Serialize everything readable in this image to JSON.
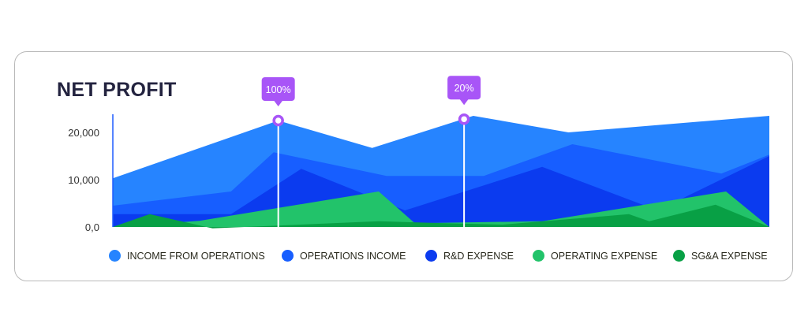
{
  "chart_data": {
    "type": "area",
    "title": "NET PROFIT",
    "xlabel": "",
    "ylabel": "",
    "xlim": [
      0,
      100
    ],
    "ylim": [
      0,
      24000
    ],
    "yticks": [
      {
        "value": 0,
        "label": "0,0"
      },
      {
        "value": 10000,
        "label": "10,000"
      },
      {
        "value": 20000,
        "label": "20,000"
      }
    ],
    "grid": false,
    "legend_position": "bottom",
    "series": [
      {
        "name": "INCOME FROM OPERATIONS",
        "color": "#2684FF",
        "points": [
          [
            0,
            10300
          ],
          [
            25.2,
            22500
          ],
          [
            39.5,
            16700
          ],
          [
            54.9,
            23500
          ],
          [
            69.4,
            20000
          ],
          [
            100,
            23500
          ]
        ]
      },
      {
        "name": "OPERATIONS INCOME",
        "color": "#175EFF",
        "points": [
          [
            0,
            4500
          ],
          [
            18,
            7500
          ],
          [
            24.5,
            15800
          ],
          [
            41.7,
            10800
          ],
          [
            56.5,
            10800
          ],
          [
            70,
            17500
          ],
          [
            92.7,
            11300
          ],
          [
            100,
            15300
          ]
        ]
      },
      {
        "name": "R&D EXPENSE",
        "color": "#0B3BEF",
        "points": [
          [
            0,
            2700
          ],
          [
            18,
            2700
          ],
          [
            28.7,
            12300
          ],
          [
            44.5,
            3500
          ],
          [
            65.4,
            12700
          ],
          [
            83,
            3500
          ],
          [
            100,
            15000
          ]
        ]
      },
      {
        "name": "OPERATING EXPENSE",
        "color": "#22C36A",
        "points": [
          [
            0,
            0
          ],
          [
            13.2,
            1300
          ],
          [
            40.5,
            7500
          ],
          [
            46,
            800
          ],
          [
            65.4,
            1200
          ],
          [
            93.4,
            7500
          ],
          [
            100,
            0
          ]
        ]
      },
      {
        "name": "SG&A EXPENSE",
        "color": "#08A045",
        "points": [
          [
            0,
            0
          ],
          [
            5.6,
            2700
          ],
          [
            15.2,
            -300
          ],
          [
            40.5,
            1200
          ],
          [
            50.5,
            800
          ],
          [
            59.4,
            500
          ],
          [
            78.6,
            2700
          ],
          [
            81.7,
            1200
          ],
          [
            91.8,
            4700
          ],
          [
            100,
            0
          ]
        ]
      }
    ],
    "annotations": [
      {
        "x": 25.2,
        "y": 22500,
        "label": "100%",
        "color": "#A855F7"
      },
      {
        "x": 53.5,
        "y": 22800,
        "label": "20%",
        "color": "#A855F7"
      }
    ]
  }
}
